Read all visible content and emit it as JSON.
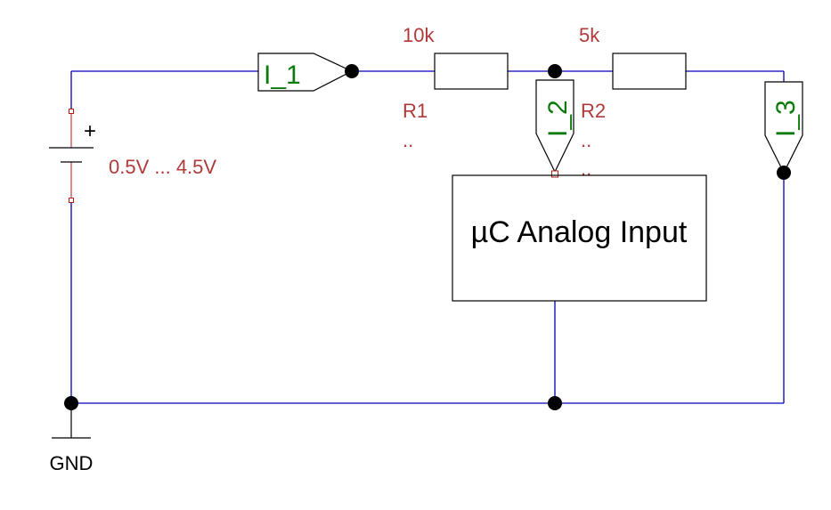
{
  "resistors": {
    "r1": {
      "name": "R1",
      "value": "10k",
      "extra": ".."
    },
    "r2": {
      "name": "R2",
      "value": "5k",
      "extra": ".."
    }
  },
  "source": {
    "polarity": "+",
    "value": "0.5V ... 4.5V"
  },
  "probes": {
    "p1": "I_1",
    "p2": "I_2",
    "p3": "I_3"
  },
  "block": {
    "label": "µC Analog Input",
    "pin_mark": ".."
  },
  "ground": {
    "label": "GND"
  },
  "colors": {
    "wire": "#0000b4",
    "component": "#000000",
    "component_text": "#b03a3a",
    "probe_text": "#0a7a0a"
  }
}
